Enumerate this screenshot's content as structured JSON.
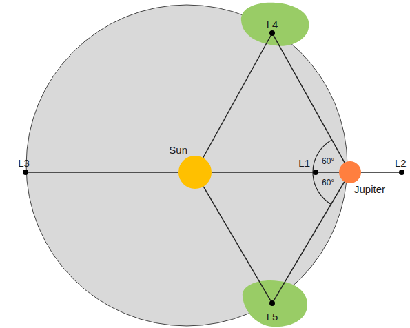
{
  "diagram": {
    "nodes": [
      {
        "text": [
          "L4"
        ]
      },
      {
        "text": [
          "L3"
        ]
      },
      {
        "text": [
          "Sun"
        ]
      },
      {
        "text": [
          "L1"
        ]
      },
      {
        "text": [
          "Jupiter"
        ]
      },
      {
        "text": [
          "L2"
        ]
      },
      {
        "text": [
          "L5"
        ]
      }
    ],
    "edges": [
      {
        "from": 1,
        "to": 2,
        "arrow": "none"
      },
      {
        "from": 2,
        "to": 3,
        "arrow": "none"
      },
      {
        "from": 3,
        "to": 4,
        "arrow": "none"
      },
      {
        "from": 4,
        "to": 5,
        "arrow": "none"
      },
      {
        "from": 2,
        "to": 0,
        "arrow": "none"
      },
      {
        "from": 0,
        "to": 4,
        "arrow": "none"
      },
      {
        "from": 2,
        "to": 6,
        "arrow": "none"
      },
      {
        "from": 6,
        "to": 4,
        "arrow": "none"
      }
    ],
    "labels": [
      "60°",
      "60°"
    ]
  }
}
